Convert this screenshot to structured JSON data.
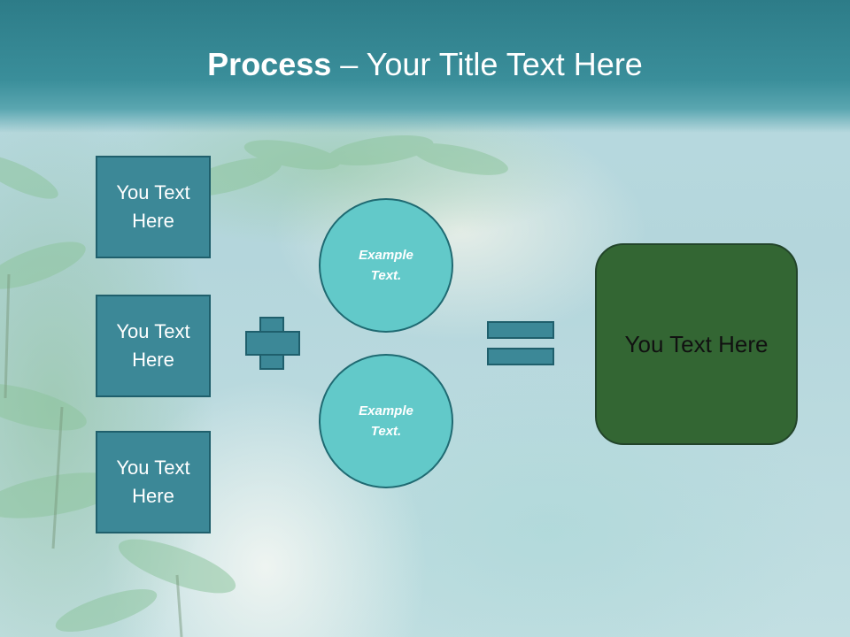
{
  "title": {
    "bold": "Process",
    "rest": " – Your Title Text Here"
  },
  "boxes": [
    {
      "label": "You Text Here"
    },
    {
      "label": "You Text Here"
    },
    {
      "label": "You Text Here"
    }
  ],
  "circles": [
    {
      "label": "Example Text."
    },
    {
      "label": "Example Text."
    }
  ],
  "result": {
    "label": "You Text Here"
  },
  "colors": {
    "title_band": "#2d7c88",
    "box_fill": "#3c8897",
    "circle_fill": "#62c9c9",
    "result_fill": "#336633"
  }
}
